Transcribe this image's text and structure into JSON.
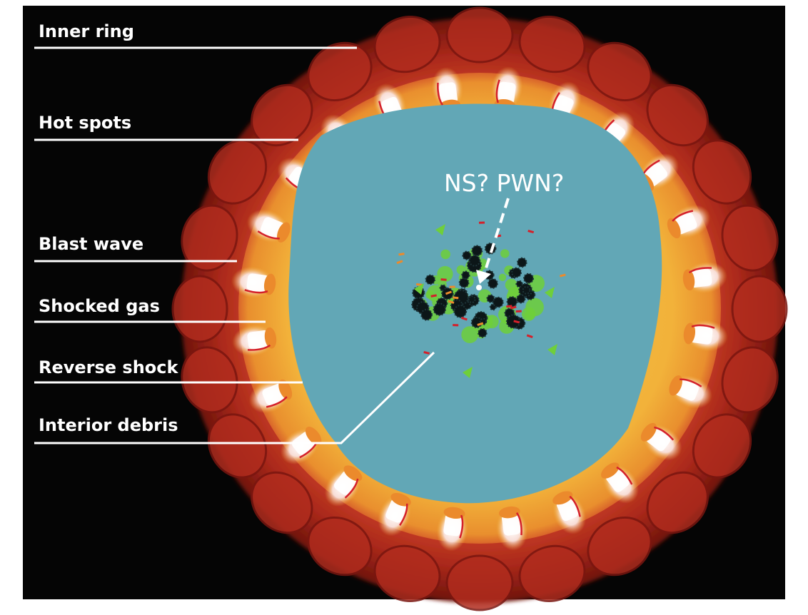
{
  "labels": {
    "inner_ring": "Inner ring",
    "hot_spots": "Hot spots",
    "blast_wave": "Blast wave",
    "shocked_gas": "Shocked gas",
    "reverse_shock": "Reverse shock",
    "interior_debris": "Interior debris"
  },
  "center_question": "NS? PWN?",
  "colors": {
    "background": "#050505",
    "outer_shell": "#b83222",
    "shocked_gas": "#f0ae32",
    "interior": "#62a7b6",
    "hot_spot": "#eb8a2c",
    "filament": "#d4202a",
    "debris_green": "#6fcf3a",
    "debris_dark": "#0c1618",
    "label_text": "#ffffff"
  }
}
